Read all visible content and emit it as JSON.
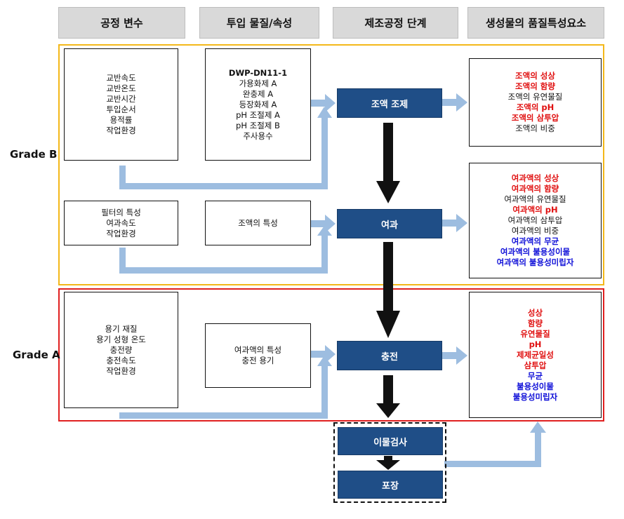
{
  "headers": [
    "공정 변수",
    "투입 물질/속성",
    "제조공정 단계",
    "생성물의 품질특성요소"
  ],
  "grade_b_label": "Grade B",
  "grade_a_label": "Grade A",
  "process_vars": [
    [
      "교반속도",
      "교반온도",
      "교반시간",
      "투입순서",
      "용적률",
      "작업환경"
    ],
    [
      "필터의 특성",
      "여과속도",
      "작업환경"
    ],
    [
      "용기 재질",
      "용기 성형 온도",
      "충전량",
      "충전속도",
      "작업환경"
    ]
  ],
  "inputs": [
    [
      "DWP-DN11-1",
      "가용화제 A",
      "완충제 A",
      "등장화제 A",
      "pH 조절제 A",
      "pH 조절제 B",
      "주사용수"
    ],
    [
      "조액의 특성"
    ],
    [
      "여과액의 특성",
      "충전 용기"
    ]
  ],
  "steps": [
    "조액 조제",
    "여과",
    "충전",
    "이물검사",
    "포장"
  ],
  "quality": [
    [
      {
        "text": "조액의 성상",
        "color": "red"
      },
      {
        "text": "조액의 함량",
        "color": "red"
      },
      {
        "text": "조액의 유연물질",
        "color": "black"
      },
      {
        "text": "조액의 pH",
        "color": "red"
      },
      {
        "text": "조액의 삼투압",
        "color": "red"
      },
      {
        "text": "조액의 비중",
        "color": "black"
      }
    ],
    [
      {
        "text": "여과액의 성상",
        "color": "red"
      },
      {
        "text": "여과액의 함량",
        "color": "red"
      },
      {
        "text": "여과액의 유연물질",
        "color": "black"
      },
      {
        "text": "여과액의 pH",
        "color": "red"
      },
      {
        "text": "여과액의 삼투압",
        "color": "black"
      },
      {
        "text": "여과액의 비중",
        "color": "black"
      },
      {
        "text": "여과액의 무균",
        "color": "blue"
      },
      {
        "text": "여과액의 불용성이물",
        "color": "blue"
      },
      {
        "text": "여과액의 불용성미립자",
        "color": "blue"
      }
    ],
    [
      {
        "text": "성상",
        "color": "red"
      },
      {
        "text": "함량",
        "color": "red"
      },
      {
        "text": "유연물질",
        "color": "red"
      },
      {
        "text": "pH",
        "color": "red"
      },
      {
        "text": "제제균일성",
        "color": "red"
      },
      {
        "text": "삼투압",
        "color": "red"
      },
      {
        "text": "무균",
        "color": "blue"
      },
      {
        "text": "불용성이물",
        "color": "blue"
      },
      {
        "text": "불용성미립자",
        "color": "blue"
      }
    ]
  ],
  "colors": {
    "step_fill": "#1f4e87",
    "arrow_light": "#9dbde0",
    "grade_b_border": "#f3b81a",
    "grade_a_border": "#e02020",
    "red_text": "#e01010",
    "blue_text": "#1010d8"
  }
}
